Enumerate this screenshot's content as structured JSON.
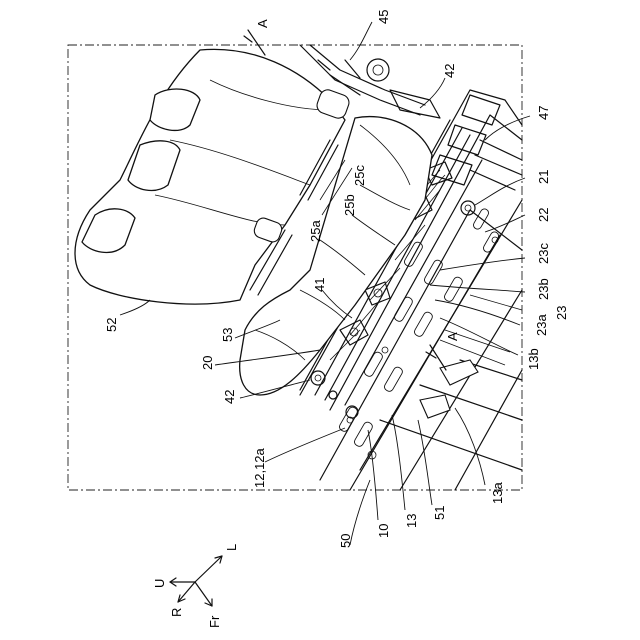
{
  "labels": {
    "A_top": "A",
    "n45": "45",
    "n42_top": "42",
    "n47": "47",
    "n21": "21",
    "n22": "22",
    "n23c": "23c",
    "n23b": "23b",
    "n23": "23",
    "n23a": "23a",
    "n13b": "13b",
    "A_bottom": "A",
    "n13a": "13a",
    "n51": "51",
    "n13": "13",
    "n10": "10",
    "n50": "50",
    "n12_12a": "12,12a",
    "n42_bottom": "42",
    "n20": "20",
    "n53": "53",
    "n52": "52",
    "n41": "41",
    "n25a": "25a",
    "n25b": "25b",
    "n25c": "25c"
  },
  "axes": {
    "up": "U",
    "left": "L",
    "right": "R",
    "front": "Fr"
  }
}
